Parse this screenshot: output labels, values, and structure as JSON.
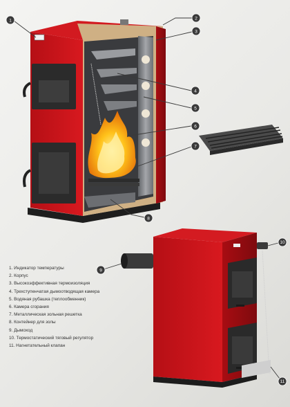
{
  "callouts": [
    {
      "number": "1"
    },
    {
      "number": "2"
    },
    {
      "number": "3"
    },
    {
      "number": "4"
    },
    {
      "number": "5"
    },
    {
      "number": "6"
    },
    {
      "number": "7"
    },
    {
      "number": "8"
    },
    {
      "number": "9"
    },
    {
      "number": "10"
    },
    {
      "number": "11"
    }
  ],
  "legend": {
    "items": [
      "1. Индикатор температуры",
      "2. Корпус",
      "3. Высокоэффективная термоизоляция",
      "4. Трехступенчатая дымоотводящая камера",
      "5. Водяная рубашка (теплообменник)",
      "6. Камера сгорания",
      "7. Металлическая зольная решетка",
      "8. Контейнер для золы",
      "9. Дымоход",
      "10. Термостатический тяговый регулятор",
      "11. Нагнетательный клапан"
    ]
  },
  "colors": {
    "body_red": "#c8141a",
    "dark_red": "#8e0d11",
    "door_black": "#2b2b2b",
    "steel_grey": "#8a8c90",
    "insulation_tan": "#d9b98a",
    "flame_orange": "#f59a12",
    "callout_dark": "#3a3a3a",
    "background": "#ececea"
  }
}
